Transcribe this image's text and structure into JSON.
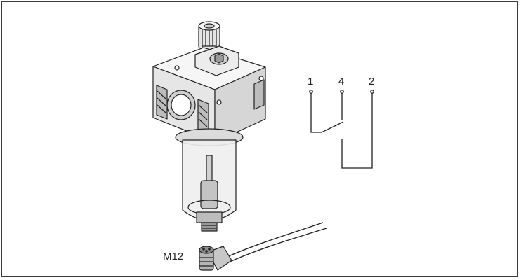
{
  "connector_label": "M12",
  "pins": [
    "1",
    "4",
    "2"
  ],
  "colors": {
    "outline": "#222222",
    "fill_light": "#f2f2f2",
    "fill_mid": "#d9d9d9",
    "fill_dark": "#a9a9a9",
    "bowl": "#eeeeee"
  }
}
